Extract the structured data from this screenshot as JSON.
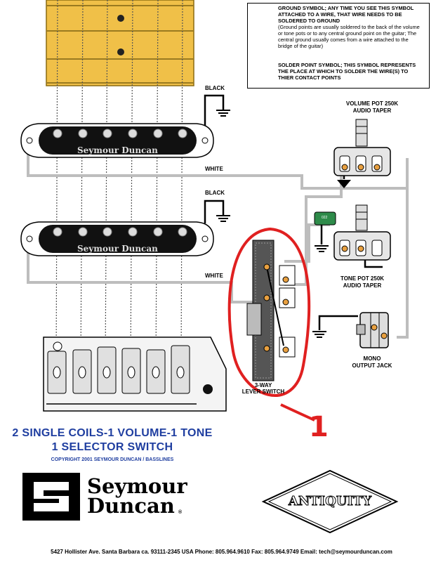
{
  "legend": {
    "ground_title": "GROUND SYMBOL; ANY TIME YOU SEE THIS SYMBOL ATTACHED TO A WIRE, THAT WIRE NEEDS TO BE SOLDERED TO GROUND",
    "ground_detail": "(Ground points are usually soldered to the back of the volume or tone pots or to any central ground point on the guitar; The central ground usually comes from a wire attached to the bridge of the guitar)",
    "solder_text": "SOLDER POINT SYMBOL; THIS SYMBOL REPRESENTS THE PLACE AT WHICH TO SOLDER THE WIRE(S) TO THIER CONTACT POINTS"
  },
  "wires": {
    "black_upper": "BLACK",
    "white_upper": "WHITE",
    "black_lower": "BLACK",
    "white_lower": "WHITE"
  },
  "pickups": {
    "neck_brand": "Seymour Duncan",
    "bridge_brand": "Seymour Duncan"
  },
  "components": {
    "volume_pot": "VOLUME POT 250K",
    "volume_taper": "AUDIO TAPER",
    "capacitor": "022",
    "tone_pot": "TONE POT 250K",
    "tone_taper": "AUDIO TAPER",
    "jack_line1": "MONO",
    "jack_line2": "OUTPUT JACK",
    "switch_line1": "3-WAY",
    "switch_line2": "LEVER SWITCH"
  },
  "annotation": "1",
  "title": {
    "line1": "2 SINGLE COILS-1 VOLUME-1 TONE",
    "line2": "1 SELECTOR SWITCH",
    "copyright": "COPYRIGHT 2001 SEYMOUR DUNCAN / BASSLINES"
  },
  "brand": {
    "line1": "Seymour",
    "line2": "Duncan",
    "registered": "®",
    "antiquity": "ANTIQUITY"
  },
  "footer": "5427 Hollister Ave. Santa Barbara ca. 93111-2345 USA  Phone: 805.964.9610  Fax: 805.964.9749  Email: tech@seymourduncan.com",
  "colors": {
    "wire_grey": "#bdbdbd",
    "wire_black": "#000000",
    "annotation_red": "#e02020",
    "title_blue": "#1f3ea0",
    "capacitor_green": "#2e8b4a",
    "solder_orange": "#e8a040",
    "fretboard_yellow": "#f0c048"
  }
}
